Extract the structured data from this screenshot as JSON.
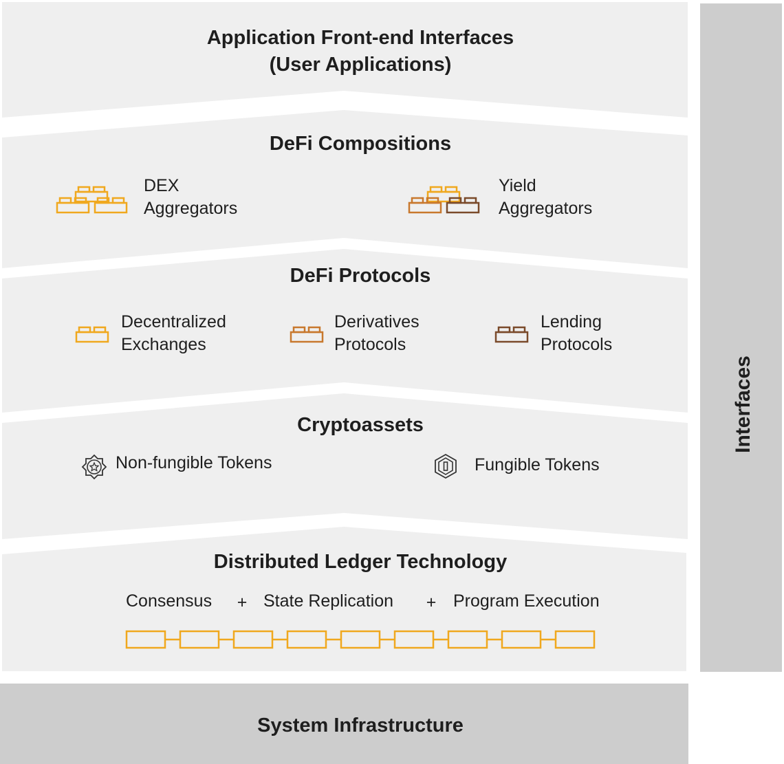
{
  "colors": {
    "layer_bg": "#efefef",
    "infra_bg": "#cdcdcd",
    "interfaces_bg": "#cdcdcd",
    "accent_yellow": "#f0a81e",
    "accent_orange": "#c8782d",
    "accent_brown": "#7a4a2a",
    "text": "#1e1e1e"
  },
  "interfaces_label": "Interfaces",
  "layers": {
    "app": {
      "title_line1": "Application Front-end Interfaces",
      "title_line2": "(User Applications)"
    },
    "compositions": {
      "title": "DeFi Compositions",
      "dex": {
        "line1": "DEX",
        "line2": "Aggregators",
        "icon": "stacked-blocks-icon"
      },
      "yield": {
        "line1": "Yield",
        "line2": "Aggregators",
        "icon": "stacked-blocks-icon"
      }
    },
    "protocols": {
      "title": "DeFi Protocols",
      "dex": {
        "line1": "Decentralized",
        "line2": "Exchanges",
        "icon": "block-icon"
      },
      "derivatives": {
        "line1": "Derivatives",
        "line2": "Protocols",
        "icon": "block-icon"
      },
      "lending": {
        "line1": "Lending",
        "line2": "Protocols",
        "icon": "block-icon"
      }
    },
    "cryptoassets": {
      "title": "Cryptoassets",
      "nft": {
        "label": "Non-fungible Tokens",
        "icon": "nft-badge-icon"
      },
      "ft": {
        "label": "Fungible Tokens",
        "icon": "coin-icon"
      }
    },
    "dlt": {
      "title": "Distributed Ledger Technology",
      "consensus": "Consensus",
      "plus": "+",
      "state_replication": "State Replication",
      "program_execution": "Program Execution",
      "chain_icon": "blockchain-icon"
    },
    "infra": {
      "title": "System Infrastructure"
    }
  }
}
